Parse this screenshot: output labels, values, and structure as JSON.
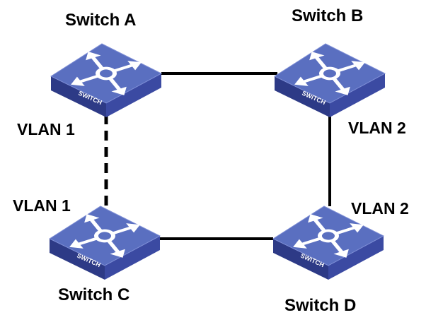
{
  "diagram": {
    "switches": [
      {
        "id": "a",
        "name": "Switch A",
        "badge": "SWITCH"
      },
      {
        "id": "b",
        "name": "Switch B",
        "badge": "SWITCH"
      },
      {
        "id": "c",
        "name": "Switch C",
        "badge": "SWITCH"
      },
      {
        "id": "d",
        "name": "Switch D",
        "badge": "SWITCH"
      }
    ],
    "vlan_labels": [
      {
        "switch": "a",
        "text": "VLAN 1"
      },
      {
        "switch": "b",
        "text": "VLAN 2"
      },
      {
        "switch": "c",
        "text": "VLAN 1"
      },
      {
        "switch": "d",
        "text": "VLAN 2"
      }
    ],
    "links": [
      {
        "from": "a",
        "to": "b",
        "style": "solid"
      },
      {
        "from": "b",
        "to": "d",
        "style": "solid"
      },
      {
        "from": "c",
        "to": "d",
        "style": "solid"
      },
      {
        "from": "a",
        "to": "c",
        "style": "dashed"
      }
    ],
    "colors": {
      "switch_top": "#5a6fc0",
      "switch_side": "#2d3a86",
      "switch_front": "#3b4aa2",
      "arrow_fill": "#ffffff",
      "link": "#000000"
    }
  }
}
